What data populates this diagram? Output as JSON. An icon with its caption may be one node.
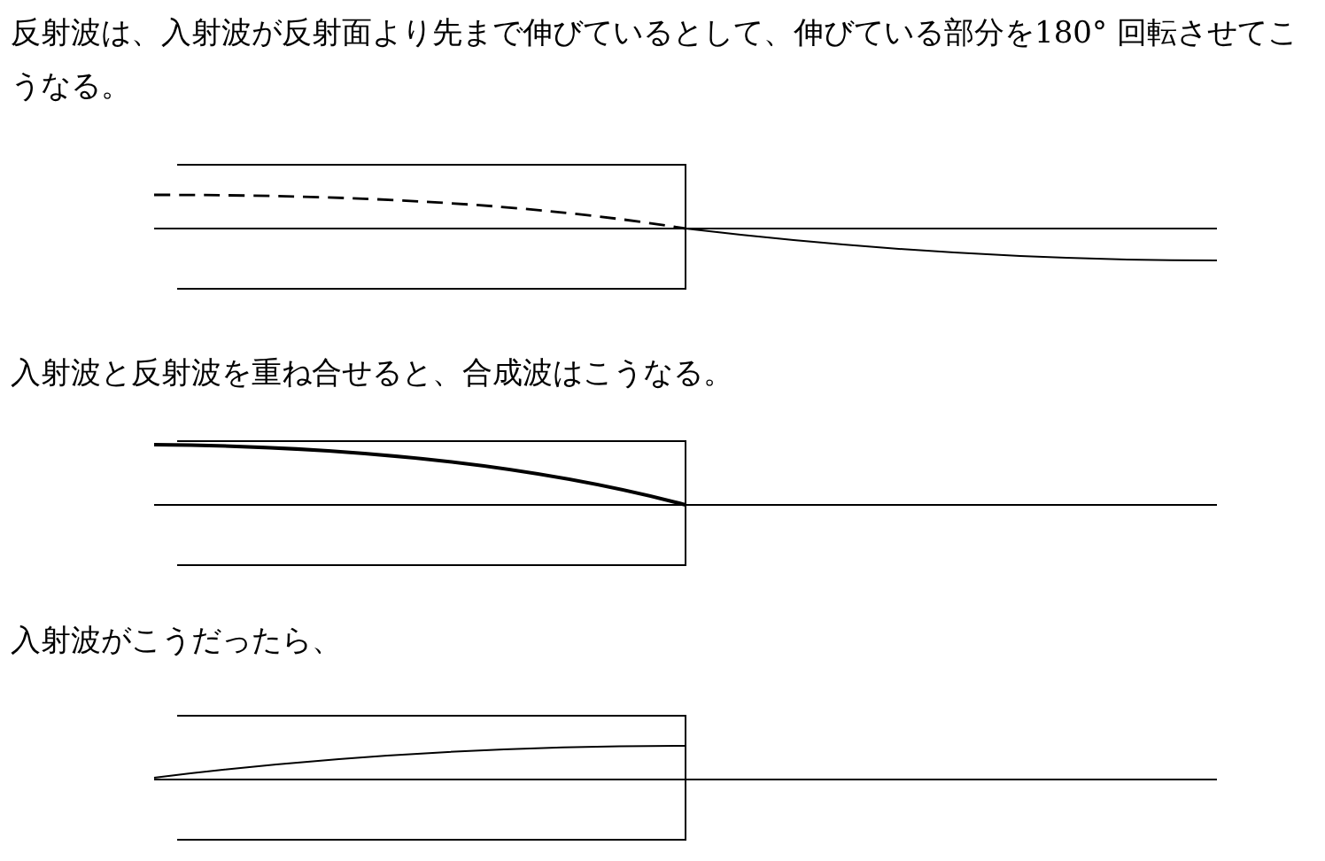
{
  "diagram": {
    "labels": [
      "反射波は、入射波が反射面より先まで伸びているとして、伸びている部分を180° 回転させてこうなる。",
      "入射波と反射波を重ね合せると、合成波はこうなる。",
      "入射波がこうだったら、"
    ]
  }
}
